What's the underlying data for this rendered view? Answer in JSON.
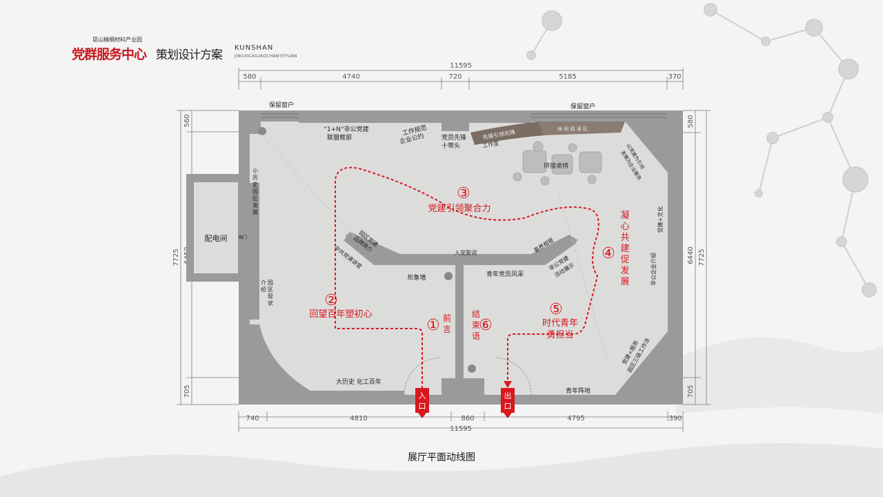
{
  "header": {
    "org": "昆山精细材料产业园",
    "brand": "党群服务中心",
    "subtitle": "策划设计方案",
    "en_line1": "KUNSHAN",
    "en_line2": "JINGXICAILIAOCHANYEYUAN"
  },
  "caption": "展厅平面动线图",
  "dims": {
    "total_width": "11595",
    "top_segments": [
      "580",
      "4740",
      "720",
      "5185",
      "370"
    ],
    "bottom_segments": [
      "740",
      "4810",
      "860",
      "4795",
      "390"
    ],
    "left_total": "7725",
    "left_inner": "6450",
    "left_top": "560",
    "left_bottom": "705",
    "right_total": "7725",
    "right_inner": "6440",
    "right_top": "580",
    "right_bottom": "705"
  },
  "areas": {
    "window_left": "保留窗户",
    "window_right": "保留窗户",
    "alliance": [
      "“1+N”非公党建",
      "联盟框部"
    ],
    "work_rules": [
      "工作规范",
      "企业公约"
    ],
    "ten_duties": [
      "党员先锋",
      "十带头"
    ],
    "studio": "先锋引领先锋",
    "studio_sub": "工作室",
    "reading": "休 闲 阅 读 区",
    "tables": "拼接桌椅",
    "power_room": "配电间",
    "small_history": [
      "小",
      "历",
      "史",
      "园",
      "区",
      "发",
      "展"
    ],
    "door_label": "暗门",
    "park_intro_a": [
      "园",
      "区",
      "现",
      "状"
    ],
    "park_intro_b": [
      "介",
      "绍"
    ],
    "big_history": "大历史 化工百年",
    "park_party": [
      "园区党建",
      "品牌简介"
    ],
    "party_story": "中共党课讲堂",
    "oath": "入党誓词",
    "expert": "喜养相管",
    "nonpublic": [
      "非公党建",
      "活动展示"
    ],
    "shape_wall": "形象墙",
    "youth_style": "青年党员风采",
    "youth_base": "青年阵地",
    "right_wall_a": "党建+文化",
    "right_wall_b": "非公企业介绍",
    "right_wall_c": [
      "党建+服务",
      "园区三级工作法"
    ],
    "corner_right": [
      "以党建为引领",
      "发展为企业服务"
    ]
  },
  "route": {
    "n1": "①",
    "t1": [
      "前",
      "言"
    ],
    "n2": "②",
    "t2": "回望百年塑初心",
    "n3": "③",
    "t3": "党建引领聚合力",
    "n4": "④",
    "t4": [
      "凝",
      "心",
      "共",
      "建",
      "促",
      "发",
      "展"
    ],
    "n5": "⑤",
    "t5a": "时代青年",
    "t5b": "勇担当",
    "n6": "⑥",
    "t6": [
      "结",
      "束",
      "语"
    ],
    "entrance": [
      "入",
      "口"
    ],
    "exit": [
      "出",
      "口"
    ]
  },
  "colors": {
    "wall": "#9a9a9a",
    "floor": "#dcdddb",
    "route": "#d9171e",
    "studio": "#7b6d63",
    "reading": "#8a7c71"
  }
}
